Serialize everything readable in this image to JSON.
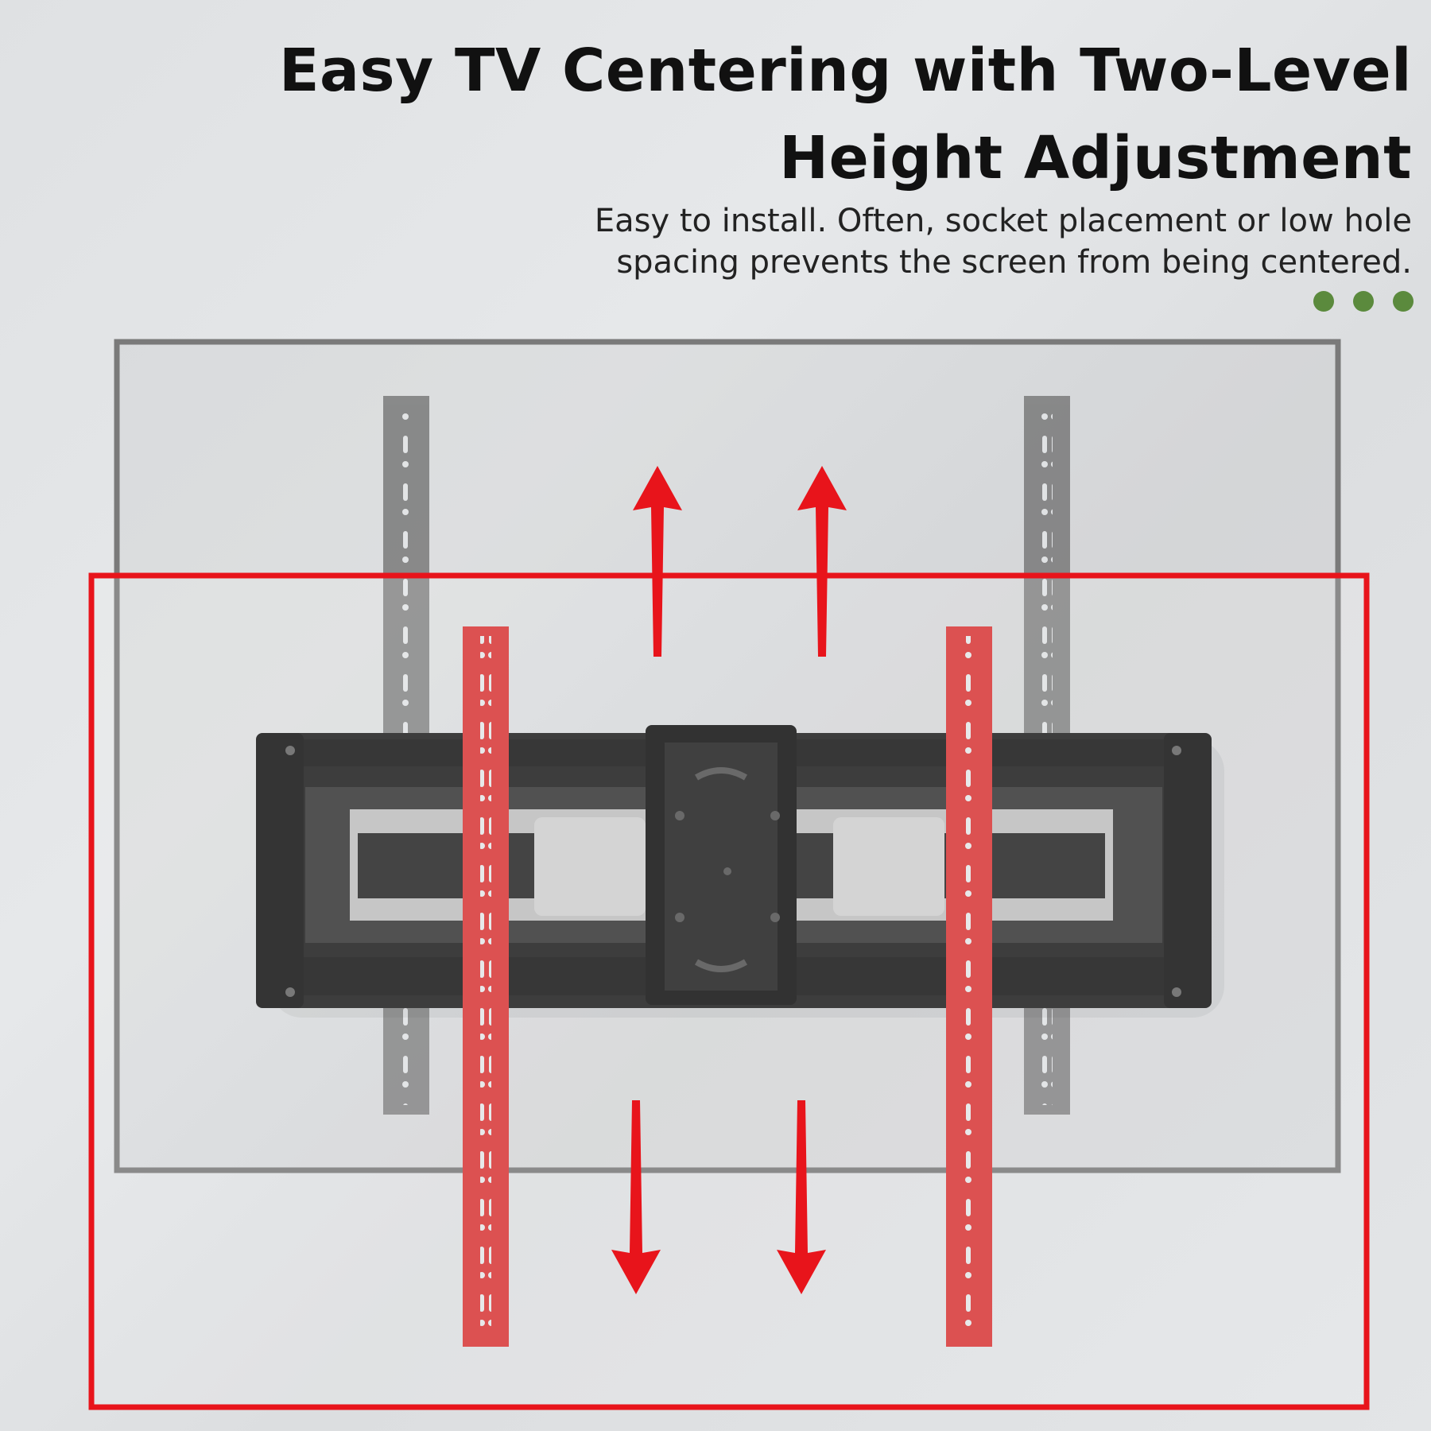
{
  "header": {
    "title_line1": "Easy TV Centering with Two-Level",
    "title_line2": "Height Adjustment",
    "subtitle_line1": "Easy to install. Often, socket placement or low hole",
    "subtitle_line2": "spacing prevents the screen from being centered."
  },
  "indicator": {
    "dot_count": 3,
    "color": "#5b8a3d"
  },
  "colors": {
    "highlight_red": "#e8141b",
    "bracket_red": "#d83a3a",
    "original_frame_gray": "#7a7a7a",
    "mount_black": "#1f1f1f"
  },
  "icons": [
    "arrow-up-icon",
    "arrow-down-icon",
    "progress-dot-icon"
  ]
}
